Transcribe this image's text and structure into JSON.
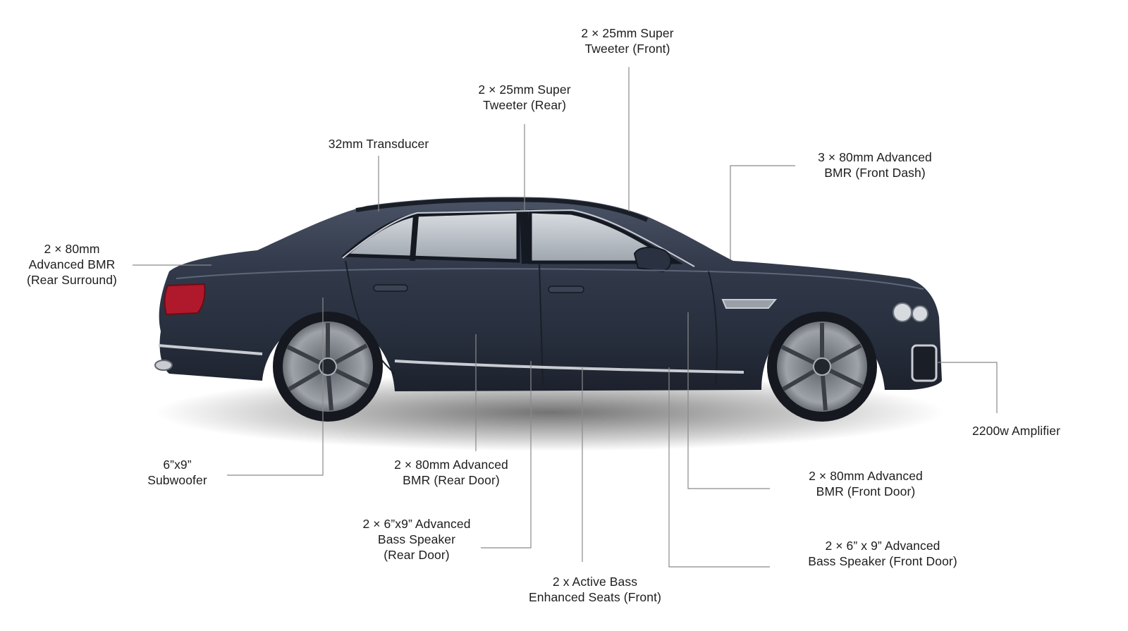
{
  "callouts": {
    "front_tweeter": "2 × 25mm Super\nTweeter (Front)",
    "rear_tweeter": "2 × 25mm Super\nTweeter (Rear)",
    "transducer": "32mm Transducer",
    "front_dash_bmr": "3 × 80mm Advanced\nBMR (Front Dash)",
    "rear_surround_bmr": "2 × 80mm\nAdvanced BMR\n(Rear Surround)",
    "amplifier": "2200w Amplifier",
    "subwoofer": "6”x9”\nSubwoofer",
    "rear_door_bmr": "2 × 80mm Advanced\nBMR (Rear Door)",
    "front_door_bmr": "2 × 80mm Advanced\nBMR (Front Door)",
    "rear_door_bass": "2 × 6”x9” Advanced\nBass Speaker\n(Rear Door)",
    "front_door_bass": "2 × 6” x 9” Advanced\nBass Speaker (Front Door)",
    "active_bass_seats": "2 x Active Bass\nEnhanced Seats (Front)"
  },
  "colors": {
    "body_paint": "#2b3344",
    "leader_line": "#8a8a8a",
    "label_text": "#1d1d1f",
    "tail_light": "#b0192b",
    "chrome": "#c9ccd2"
  }
}
